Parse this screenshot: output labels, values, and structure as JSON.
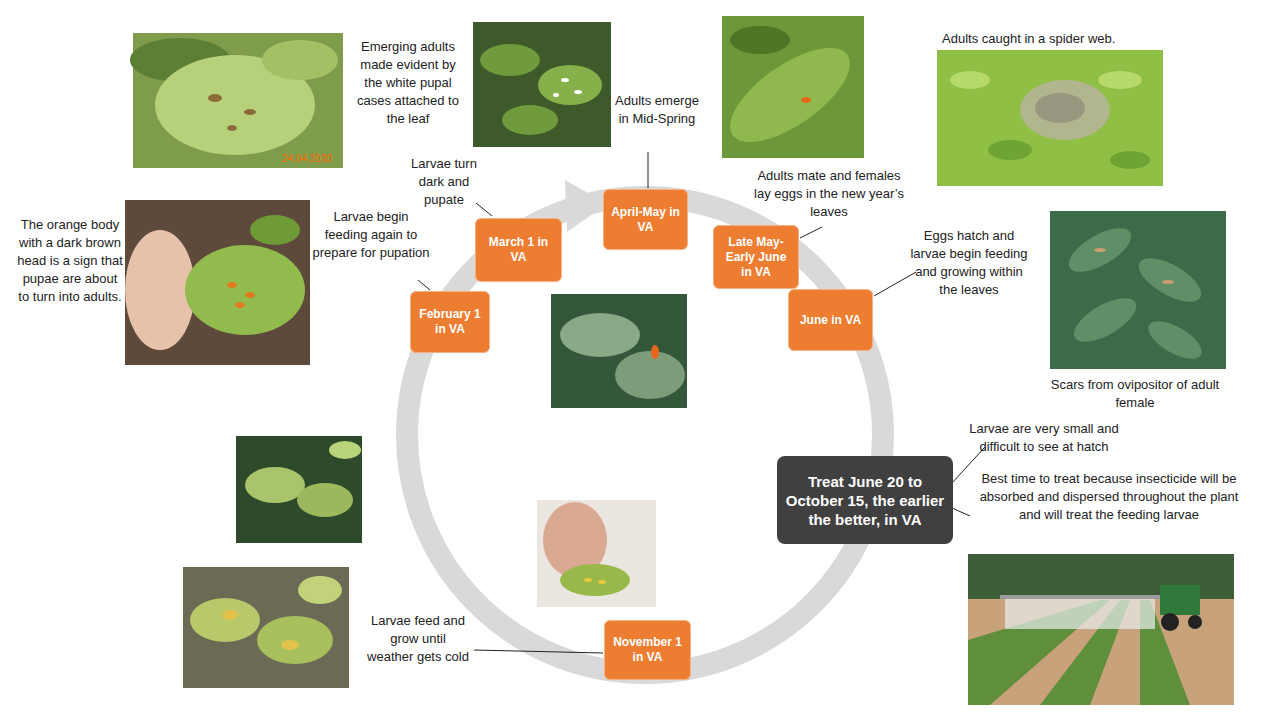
{
  "diagram": {
    "nodes": [
      {
        "text": [
          "February 1 in VA"
        ]
      },
      {
        "text": [
          "March 1 in VA"
        ]
      },
      {
        "text": [
          "April-May in VA"
        ]
      },
      {
        "text": [
          "Late May-Early June in VA"
        ]
      },
      {
        "text": [
          "June in VA"
        ]
      },
      {
        "text": [
          "Treat June 20 to October 15, the earlier the better, in VA"
        ]
      },
      {
        "text": [
          "November 1 in VA"
        ]
      }
    ],
    "labels": [
      "The orange body with a dark brown head is a sign that pupae are about to turn into adults.",
      "24.04.2020",
      "Emerging adults made evident by the white pupal cases attached to the leaf",
      "Adults emerge in Mid-Spring",
      "Adults caught in a spider web.",
      "Larvae turn dark and pupate",
      "Larvae begin feeding again to prepare for pupation",
      "Adults mate and females lay eggs in the new year’s leaves",
      "Eggs hatch and larvae begin feeding and growing within the leaves",
      "Scars from ovipositor of adult female",
      "Larvae are very small and difficult to see at hatch",
      "Best time to treat because insecticide will be absorbed and dispersed throughout the plant and will treat the feeding larvae",
      "Larvae feed and grow until weather gets cold"
    ]
  }
}
